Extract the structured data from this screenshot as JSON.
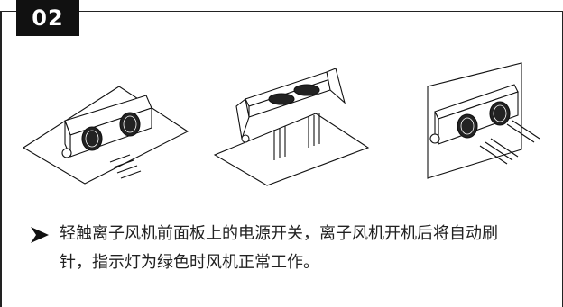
{
  "step": {
    "number": "02"
  },
  "illustrations": {
    "items": [
      {
        "name": "ionizer-on-desk",
        "icon": "desk-ionizer-icon"
      },
      {
        "name": "ionizer-hanging",
        "icon": "hanging-ionizer-icon"
      },
      {
        "name": "ionizer-wall-mounted",
        "icon": "wall-ionizer-icon"
      }
    ]
  },
  "instruction": {
    "bullet_icon": "arrow-bullet-icon",
    "text": "轻触离子风机前面板上的电源开关，离子风机开机后将自动刷针，指示灯为绿色时风机正常工作。"
  },
  "colors": {
    "ink": "#111111",
    "background": "#ffffff"
  }
}
